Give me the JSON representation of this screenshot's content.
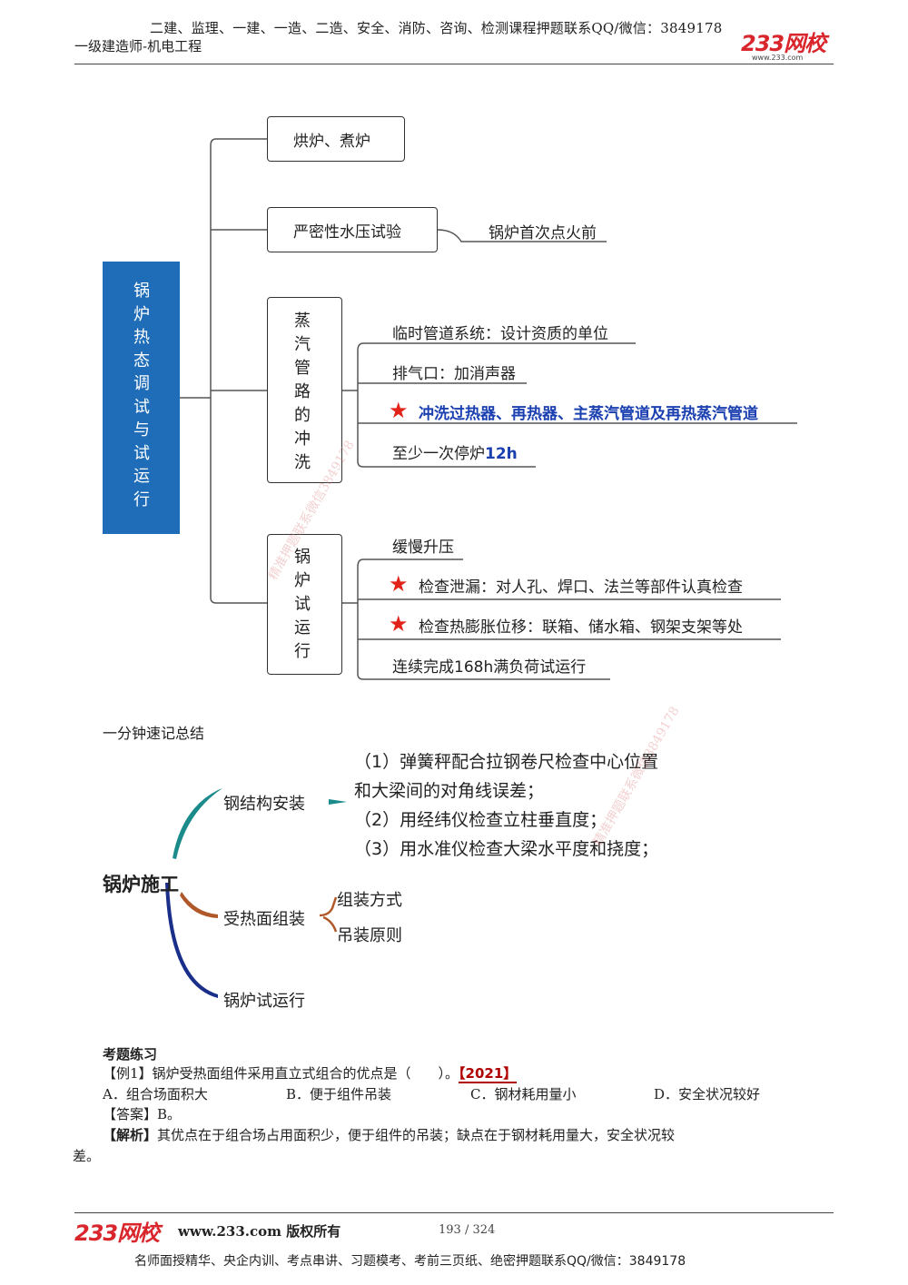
{
  "header": {
    "promo": "二建、监理、一建、一造、二造、安全、消防、咨询、检测课程押题联系QQ/微信：3849178",
    "subject": "一级建造师-机电工程",
    "logo_text": "233网校",
    "logo_url": "www.233.com"
  },
  "mindmap1": {
    "root": "锅\n炉\n热\n态\n调\n试\n与\n试\n运\n行",
    "n1": "烘炉、煮炉",
    "n2": "严密性水压试验",
    "n2_leaf": "锅炉首次点火前",
    "n3": "蒸\n汽\n管\n路\n的\n冲\n洗",
    "n3_leaves": [
      "临时管道系统：设计资质的单位",
      "排气口：加消声器",
      "冲洗过热器、再热器、主蒸汽管道及再热蒸汽管道",
      "至少一次停炉"
    ],
    "n3_leaf4_bold": "12h",
    "n4": "锅\n炉\n试\n运\n行",
    "n4_leaves": [
      "缓慢升压",
      "检查泄漏：对人孔、焊口、法兰等部件认真检查",
      "检查热膨胀位移：联箱、储水箱、钢架支架等处",
      "连续完成168h满负荷试运行"
    ]
  },
  "summary_title": "一分钟速记总结",
  "mindmap2": {
    "root": "锅炉施工",
    "b1": "钢结构安装",
    "b1_items": [
      "（1）弹簧秤配合拉钢卷尺检查中心位置",
      "和大梁间的对角线误差；",
      "（2）用经纬仪检查立柱垂直度；",
      "（3）用水准仪检查大梁水平度和挠度；"
    ],
    "b2": "受热面组装",
    "b2_items": [
      "组装方式",
      "吊装原则"
    ],
    "b3": "锅炉试运行"
  },
  "exercise": {
    "title": "考题练习",
    "q_prefix": "【例1】锅炉受热面组件采用直立式组合的优点是（　　）。",
    "year": "【2021】",
    "options": [
      "A．组合场面积大",
      "B．便于组件吊装",
      "C．钢材耗用量小",
      "D．安全状况较好"
    ],
    "answer": "【答案】B。",
    "analysis_label": "【解析】",
    "analysis_1": "其优点在于组合场占用面积少，便于组件的吊装；缺点在于钢材耗用量大，安全状况较",
    "analysis_2": "差。"
  },
  "watermark": "精准押题联系微信3849178",
  "footer": {
    "logo_text": "233网校",
    "site": "www.233.com 版权所有",
    "page": "193 / 324",
    "promo": "名师面授精华、央企内训、考点串讲、习题模考、考前三页纸、绝密押题联系QQ/微信：3849178"
  },
  "colors": {
    "root_box": "#1f6db8",
    "star": "#e2231a",
    "highlight_text": "#1a3fb0",
    "logo": "#d9262c",
    "year_tag": "#b00000"
  }
}
